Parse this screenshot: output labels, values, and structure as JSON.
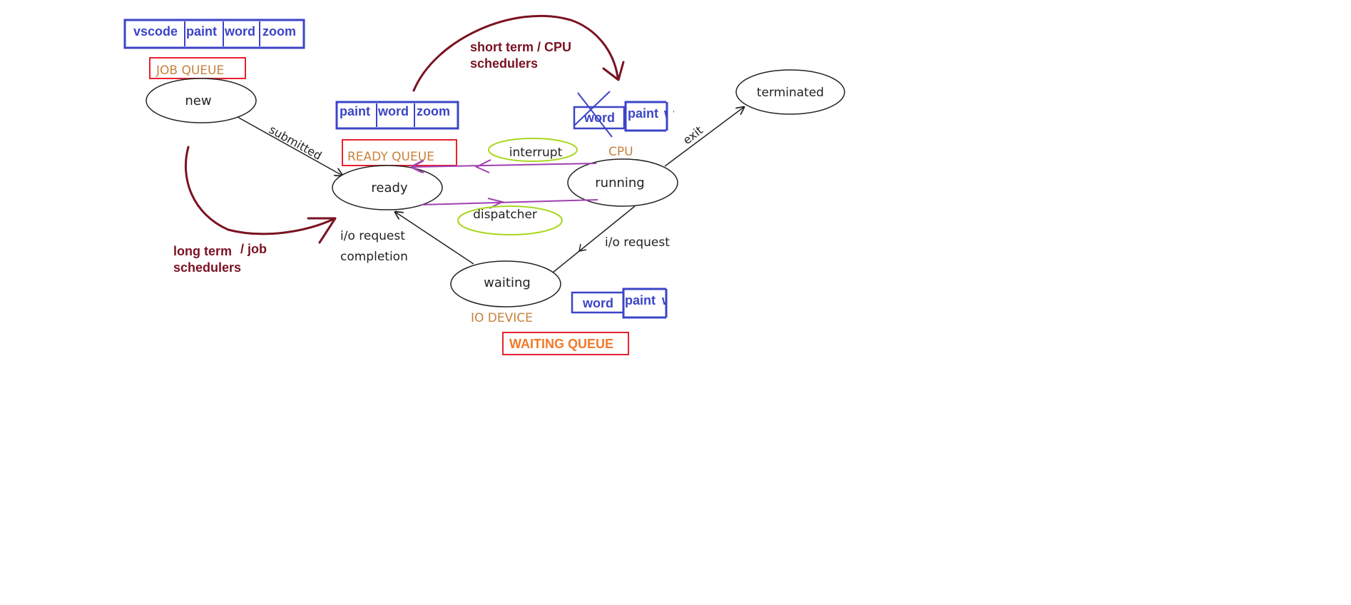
{
  "colors": {
    "queue_box": "#3b44c7",
    "queue_label_border": "#e8212e",
    "scheduler_arrow": "#7a1222",
    "dispatch_arrow": "#a040b0",
    "highlight_oval": "#a8d820",
    "state_text": "#222222",
    "label_orange": "#c8823c",
    "waiting_queue_text": "#f07a2a"
  },
  "states": {
    "new": "new",
    "ready": "ready",
    "running": "running",
    "waiting": "waiting",
    "terminated": "terminated"
  },
  "transitions": {
    "submitted": "submitted",
    "exit": "exit",
    "interrupt": "interrupt",
    "dispatcher": "dispatcher",
    "io_request": "i/o request",
    "io_completion_line1": "i/o request",
    "io_completion_line2": "completion"
  },
  "queue_labels": {
    "job": "JOB QUEUE",
    "ready": "READY QUEUE",
    "waiting": "WAITING QUEUE",
    "cpu": "CPU",
    "io_device": "IO DEVICE"
  },
  "job_queue_items": [
    "vscode",
    "paint",
    "word",
    "zoom"
  ],
  "ready_queue_items": [
    "paint",
    "word",
    "zoom"
  ],
  "cpu_items": {
    "crossed": "word",
    "current": "paint",
    "partial": "w"
  },
  "waiting_queue_items": {
    "first": "word",
    "second": "paint",
    "partial": "w"
  },
  "schedulers": {
    "short_term_line1": "short term / CPU",
    "short_term_line2": "schedulers",
    "long_term_part1": "long term",
    "long_term_part2": "/ job",
    "long_term_line2": "schedulers"
  }
}
